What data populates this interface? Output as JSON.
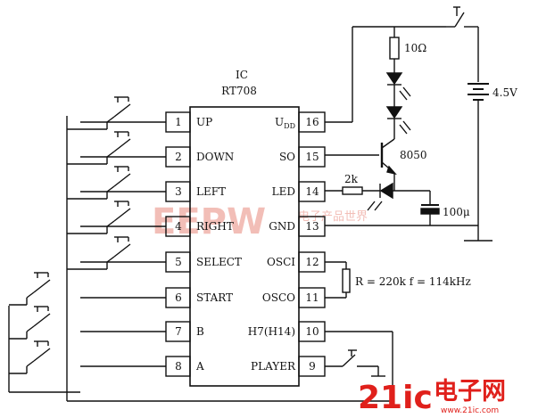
{
  "ic": {
    "label": "IC",
    "part": "RT708",
    "pins_left": [
      {
        "num": "1",
        "name": "UP"
      },
      {
        "num": "2",
        "name": "DOWN"
      },
      {
        "num": "3",
        "name": "LEFT"
      },
      {
        "num": "4",
        "name": "RIGHT"
      },
      {
        "num": "5",
        "name": "SELECT"
      },
      {
        "num": "6",
        "name": "START"
      },
      {
        "num": "7",
        "name": "B"
      },
      {
        "num": "8",
        "name": "A"
      }
    ],
    "pins_right": [
      {
        "num": "16",
        "name": "U",
        "sub": "DD"
      },
      {
        "num": "15",
        "name": "SO"
      },
      {
        "num": "14",
        "name": "LED"
      },
      {
        "num": "13",
        "name": "GND"
      },
      {
        "num": "12",
        "name": "OSCI"
      },
      {
        "num": "11",
        "name": "OSCO"
      },
      {
        "num": "10",
        "name": "H7(H14)"
      },
      {
        "num": "9",
        "name": "PLAYER"
      }
    ]
  },
  "components": {
    "resistor_top": "10Ω",
    "transistor": "8050",
    "battery": "4.5V",
    "resistor_led": "2k",
    "capacitor": "100μ",
    "osc": "R = 220k  f = 114kHz"
  },
  "watermarks": {
    "eepw": "EEPW",
    "eepw_sub": "电子产品世界",
    "brand_num": "21ic",
    "brand_cn": "电子网",
    "brand_url": "www.21ic.com"
  }
}
